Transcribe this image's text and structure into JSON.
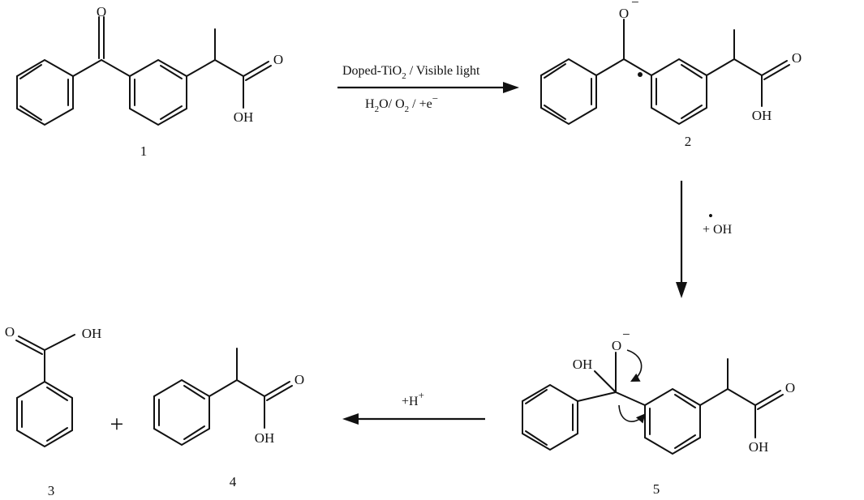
{
  "labels": {
    "oxygen": "O",
    "hydroxyl": "OH",
    "charge_minus": "−",
    "charge_plus": "+",
    "plus_sign": "+"
  },
  "compounds": [
    {
      "number": "1"
    },
    {
      "number": "2"
    },
    {
      "number": "3"
    },
    {
      "number": "4"
    },
    {
      "number": "5"
    }
  ],
  "arrows": {
    "step1": {
      "top_parts": [
        "Doped-TiO",
        "2",
        " / Visible light"
      ],
      "bottom_parts": [
        "H",
        "2",
        "O/  O",
        "2",
        " / +e",
        "−"
      ]
    },
    "step2": {
      "radical_dot": "•",
      "label_parts": [
        "+ ",
        "OH"
      ]
    },
    "step3": {
      "label_parts": [
        "+H",
        "+"
      ]
    }
  },
  "colors": {
    "ink": "#111111",
    "background": "#ffffff"
  }
}
